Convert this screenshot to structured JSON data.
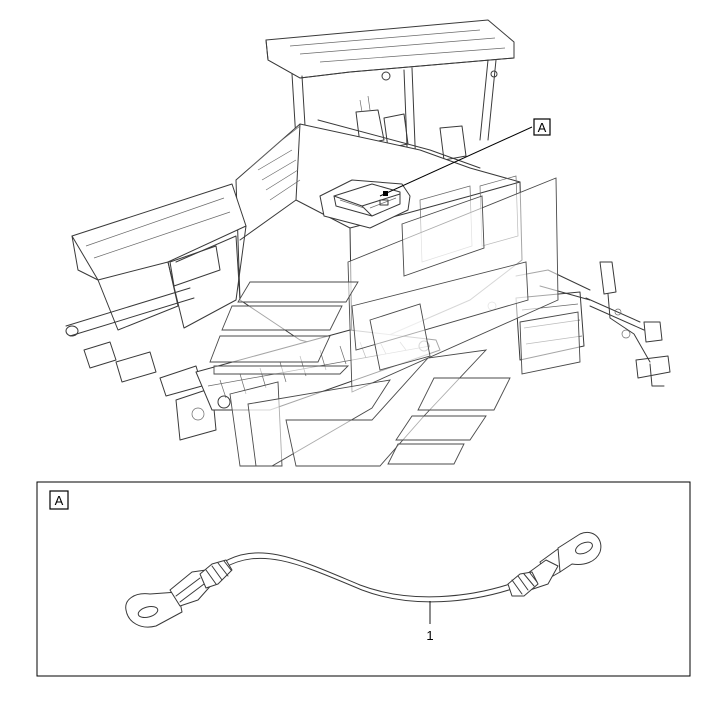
{
  "overview": {
    "callout_label": "A"
  },
  "detail": {
    "frame_label": "A",
    "parts": [
      {
        "number": "1"
      }
    ]
  }
}
